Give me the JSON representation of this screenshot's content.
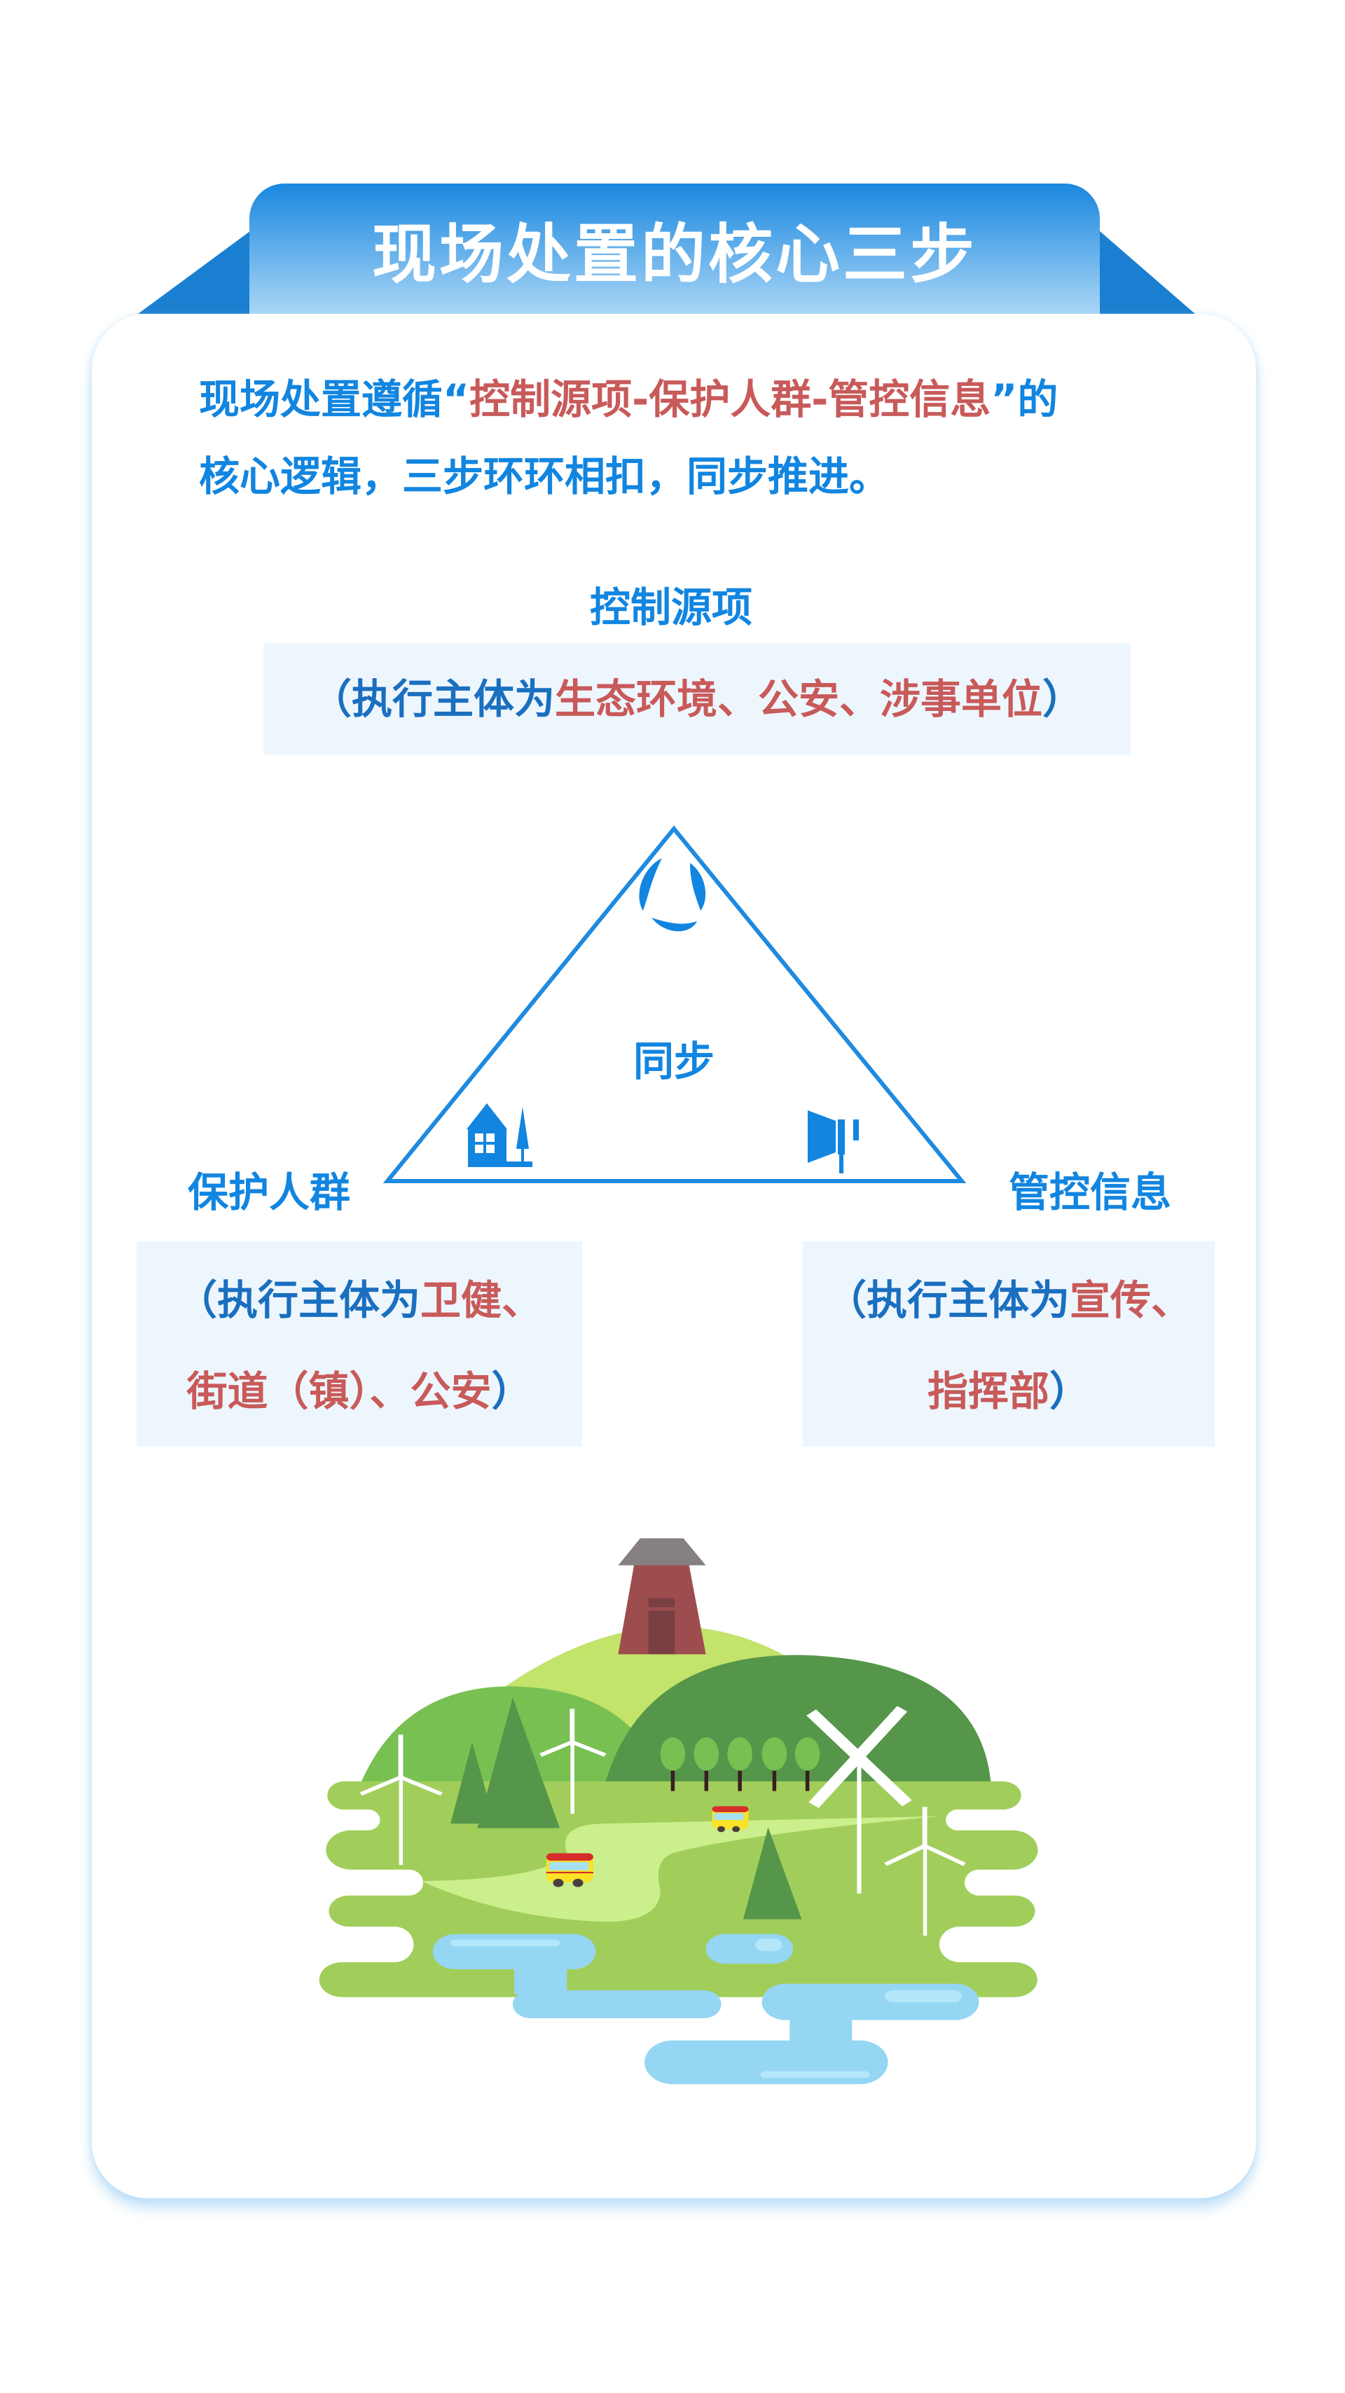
{
  "title": "现场处置的核心三步",
  "intro": {
    "line1_a": "现场处置遵循“",
    "line1_b": "控制源项-保护人群-管控信息",
    "line1_c": "”的",
    "line2": "核心逻辑，三步环环相扣，同步推进。"
  },
  "diagram": {
    "center": "同步",
    "top": {
      "label": "控制源项",
      "prefix": "（执行主体为",
      "actors": "生态环境、公安、涉事单位",
      "suffix": "）",
      "icon": "recycle-leaves-icon"
    },
    "left": {
      "label": "保护人群",
      "prefix": "（执行主体为",
      "actors1": "卫健、",
      "actors2": "街道（镇）、公安",
      "suffix": "）",
      "icon": "house-tree-icon"
    },
    "right": {
      "label": "管控信息",
      "prefix": "（执行主体为",
      "actors1": "宣传、",
      "actors2": "指挥部",
      "suffix": "）",
      "icon": "megaphone-icon"
    }
  },
  "colors": {
    "primary": "#1185e0",
    "accent": "#c85a5a",
    "box_bg": "#eef6fd"
  }
}
